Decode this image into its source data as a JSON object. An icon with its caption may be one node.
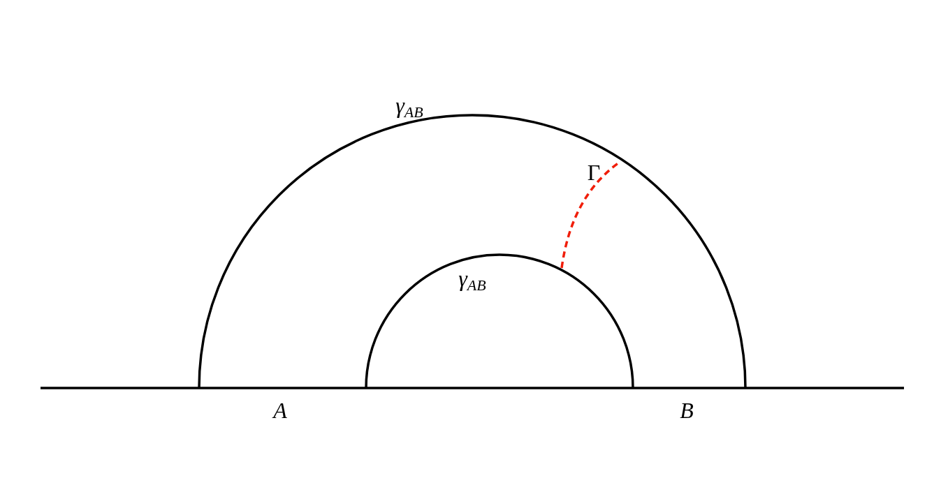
{
  "diagram": {
    "labels": [
      "*γ*$_{AB}$",
      "Γ",
      "*γ*$_{AB}$",
      "A",
      "B"
    ]
  }
}
